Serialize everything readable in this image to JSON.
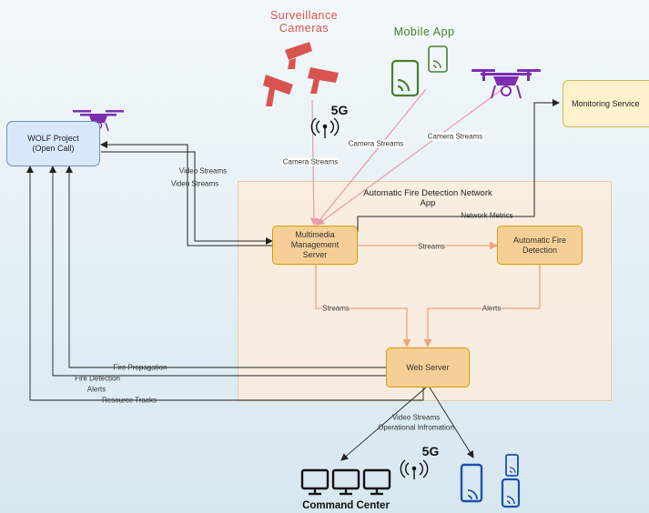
{
  "nodes": {
    "wolf": "WOLF Project (Open Call)",
    "monitoring": "Monitoring Service",
    "multimedia": "Multimedia Management Server",
    "afd": "Automatic Fire Detection",
    "web": "Web Server"
  },
  "region_title": "Automatic Fire Detection Network App",
  "sources": {
    "cameras": "Surveillance Cameras",
    "mobile": "Mobile App",
    "fiveg_top": "5G",
    "fiveg_bottom": "5G",
    "command_center": "Command Center"
  },
  "edge_labels": {
    "camera_streams_1": "Camera Streams",
    "camera_streams_2": "Camera Streams",
    "camera_streams_3": "Camera Streams",
    "video_streams_1": "Video Streams",
    "video_streams_2": "Video Streams",
    "network_metrics": "Network Metrics",
    "streams_mid": "Streams",
    "streams_down": "Streams",
    "alerts_down": "Alerts",
    "fire_propagation": "Fire Propagation",
    "fire_detection": "Fire Detection",
    "alerts_left": "Alerts",
    "resource_tracks": "Resource Tracks",
    "video_streams_bottom": "Video Streams",
    "operational_info": "Operational Infromation"
  },
  "colors": {
    "camera_red": "#d9534f",
    "mobile_green": "#4a7f2a",
    "drone_purple": "#7b2fb0",
    "phone_blue": "#1f4fa8",
    "pink_arrow": "#e89aa8",
    "orange_arrow": "#f0a37e"
  }
}
